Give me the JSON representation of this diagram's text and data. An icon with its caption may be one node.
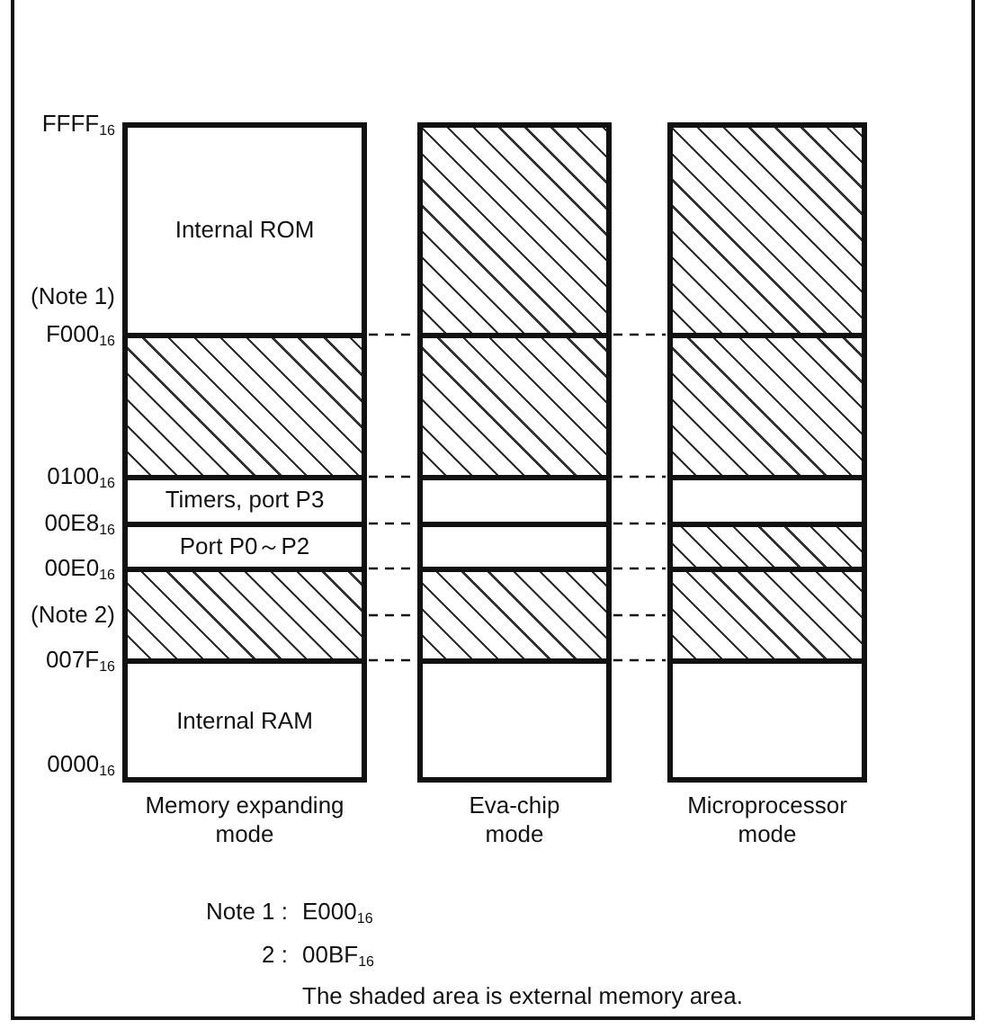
{
  "diagram": {
    "nodes": [
      {
        "text": [
          "Memory expanding mode"
        ]
      },
      {
        "text": [
          "Internal ROM"
        ],
        "in": 0
      },
      {
        "text": [],
        "shape": "hatched",
        "in": 0
      },
      {
        "text": [
          "Timers, port P3"
        ],
        "in": 0
      },
      {
        "text": [
          "Port P0～P2"
        ],
        "in": 0
      },
      {
        "text": [],
        "shape": "hatched",
        "in": 0
      },
      {
        "text": [
          "Internal RAM"
        ],
        "in": 0
      },
      {
        "text": [
          "Eva-chip mode"
        ]
      },
      {
        "text": [],
        "shape": "hatched",
        "in": 7
      },
      {
        "text": [],
        "shape": "hatched",
        "in": 7
      },
      {
        "text": [],
        "shape": "box",
        "in": 7
      },
      {
        "text": [],
        "shape": "box",
        "in": 7
      },
      {
        "text": [],
        "shape": "hatched",
        "in": 7
      },
      {
        "text": [],
        "shape": "box",
        "in": 7
      },
      {
        "text": [
          "Microprocessor mode"
        ]
      },
      {
        "text": [],
        "shape": "hatched",
        "in": 14
      },
      {
        "text": [],
        "shape": "hatched",
        "in": 14
      },
      {
        "text": [],
        "shape": "box",
        "in": 14
      },
      {
        "text": [],
        "shape": "hatched",
        "in": 14
      },
      {
        "text": [],
        "shape": "hatched",
        "in": 14
      },
      {
        "text": [],
        "shape": "box",
        "in": 14
      }
    ],
    "edges": [
      {
        "from": 0,
        "to": 7,
        "arrow": "none",
        "style": "dashed"
      },
      {
        "from": 0,
        "to": 7,
        "arrow": "none",
        "style": "dashed"
      },
      {
        "from": 0,
        "to": 7,
        "arrow": "none",
        "style": "dashed"
      },
      {
        "from": 0,
        "to": 7,
        "arrow": "none",
        "style": "dashed"
      },
      {
        "from": 0,
        "to": 7,
        "arrow": "none",
        "style": "dashed"
      },
      {
        "from": 0,
        "to": 7,
        "arrow": "none",
        "style": "dashed"
      },
      {
        "from": 7,
        "to": 14,
        "arrow": "none",
        "style": "dashed"
      },
      {
        "from": 7,
        "to": 14,
        "arrow": "none",
        "style": "dashed"
      },
      {
        "from": 7,
        "to": 14,
        "arrow": "none",
        "style": "dashed"
      },
      {
        "from": 7,
        "to": 14,
        "arrow": "none",
        "style": "dashed"
      },
      {
        "from": 7,
        "to": 14,
        "arrow": "none",
        "style": "dashed"
      },
      {
        "from": 7,
        "to": 14,
        "arrow": "none",
        "style": "dashed"
      }
    ],
    "labels": [
      "FFFF$_{16}$",
      "(Note 1)",
      "F000$_{16}$",
      "0100$_{16}$",
      "00E8$_{16}$",
      "00E0$_{16}$",
      "(Note 2)",
      "007F$_{16}$",
      "0000$_{16}$",
      "Note 1 :",
      "E000$_{16}$",
      "2 :",
      "00BF$_{16}$",
      "The shaded area is external memory area."
    ]
  }
}
